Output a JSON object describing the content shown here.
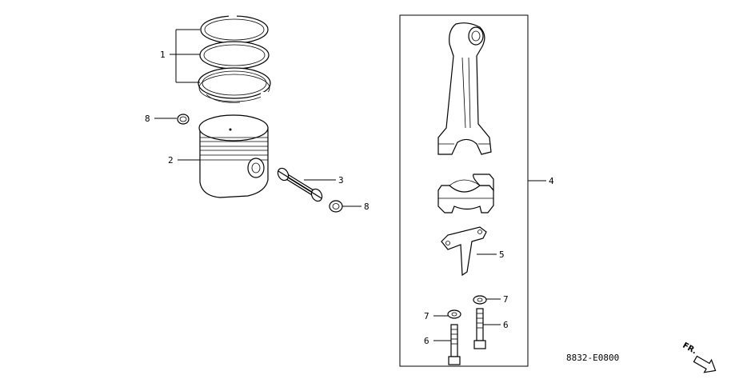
{
  "callouts": {
    "c1": "1",
    "c2": "2",
    "c3": "3",
    "c4": "4",
    "c5": "5",
    "c6a": "6",
    "c6b": "6",
    "c7a": "7",
    "c7b": "7",
    "c8a": "8",
    "c8b": "8"
  },
  "diagram_code": "8832-E0800",
  "direction_label": "FR."
}
